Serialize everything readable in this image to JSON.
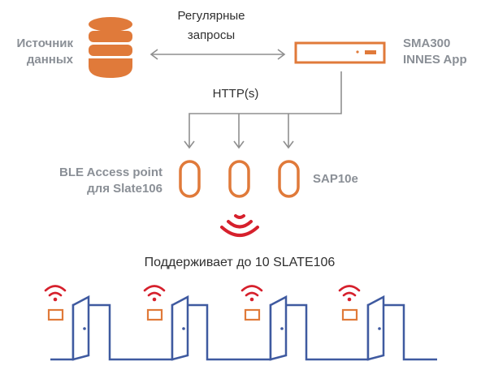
{
  "source": {
    "line1": "Источник",
    "line2": "данных"
  },
  "requests": {
    "line1": "Регулярные",
    "line2": "запросы"
  },
  "sma": {
    "line1": "SMA300",
    "line2": "INNES App"
  },
  "protocol": {
    "label": "HTTP(s)"
  },
  "ble": {
    "line1": "BLE Access point",
    "line2": "для Slate106"
  },
  "sap": {
    "label": "SAP10e"
  },
  "support": {
    "label": "Поддерживает до 10 SLATE106"
  },
  "colors": {
    "orange": "#e07a3a",
    "grey": "#8a8f96",
    "blue": "#3f5aa0",
    "red": "#d6202c",
    "line": "#8f8f8f"
  }
}
